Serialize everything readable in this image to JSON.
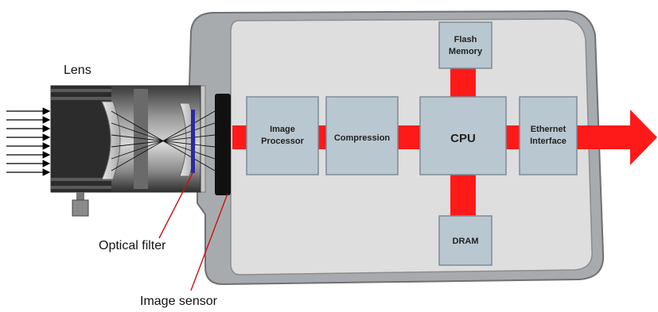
{
  "labels": {
    "lens": "Lens",
    "optical_filter": "Optical filter",
    "image_sensor": "Image sensor"
  },
  "blocks": {
    "image_processor": [
      "Image",
      "Processor"
    ],
    "compression": "Compression",
    "cpu": "CPU",
    "ethernet_interface": [
      "Ethernet",
      "Interface"
    ],
    "flash_memory": [
      "Flash",
      "Memory"
    ],
    "dram": "DRAM"
  },
  "colors": {
    "signal_path": "#ff1a1a",
    "block_fill": "#b9c7d0",
    "housing": "#9ea1a4",
    "housing_interior": "#dcdcdc"
  }
}
